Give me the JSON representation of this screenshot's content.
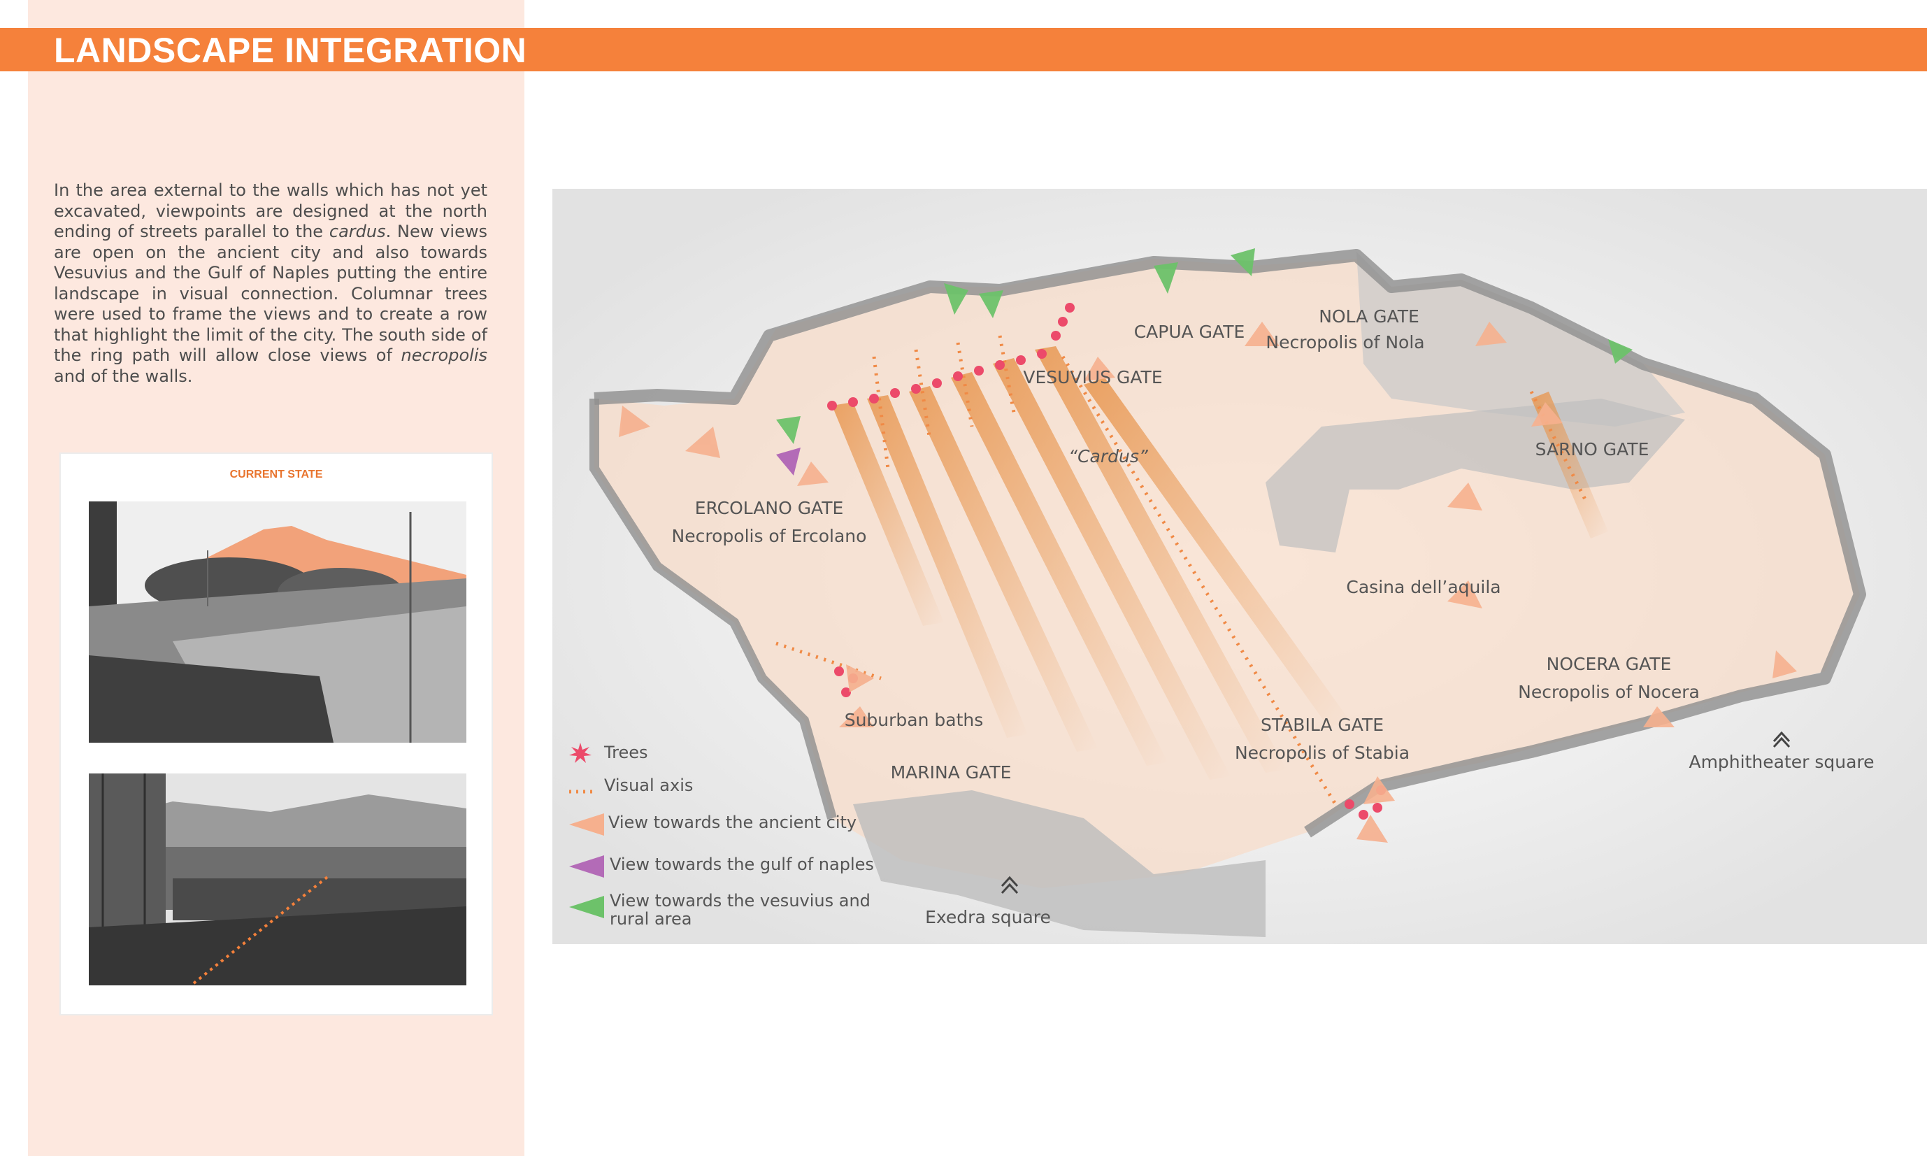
{
  "header": {
    "title": "LANDSCAPE INTEGRATION"
  },
  "description": {
    "part1": "In the area external to the walls which has not yet excavated, viewpoints are designed  at the north ending of streets parallel to the ",
    "cardus": "cardus",
    "part2": ". New views are open on the ancient city and also towards Vesuvius and the Gulf of Naples putting  the entire landscape in visual connection. Columnar trees were used to frame the views and to create a row that highlight the limit of the city. The south side of the ring path will allow close views of ",
    "necropolis": "necropolis",
    "part3": " and of the walls."
  },
  "current_state": {
    "title": "CURRENT STATE"
  },
  "map": {
    "labels": {
      "capua_gate": "CAPUA GATE",
      "nola_gate": "NOLA GATE",
      "necropolis_nola": "Necropolis of Nola",
      "vesuvius_gate": "VESUVIUS GATE",
      "cardus": "“Cardus”",
      "sarno_gate": "SARNO GATE",
      "ercolano_gate": "ERCOLANO GATE",
      "necropolis_ercolano": "Necropolis of Ercolano",
      "casina": "Casina dell’aquila",
      "nocera_gate": "NOCERA GATE",
      "necropolis_nocera": "Necropolis of Nocera",
      "suburban_baths": "Suburban baths",
      "stabila_gate": "STABILA GATE",
      "necropolis_stabia": "Necropolis of Stabia",
      "marina_gate": "MARINA GATE",
      "amphitheater_square": "Amphitheater square",
      "exedra_square": "Exedra square"
    },
    "legend": {
      "trees": "Trees",
      "visual_axis": "Visual axis",
      "view_ancient": "View towards the ancient city",
      "view_gulf": "View towards the gulf of naples",
      "view_vesuvius_1": "View towards the vesuvius and",
      "view_vesuvius_2": "rural area"
    }
  },
  "colors": {
    "accent": "#f5813b",
    "panel": "#fde8df",
    "view_ancient": "#f6b08e",
    "view_gulf": "#b36bb7",
    "view_vesuvius": "#6dc26a",
    "tree": "#ec4a6a"
  }
}
